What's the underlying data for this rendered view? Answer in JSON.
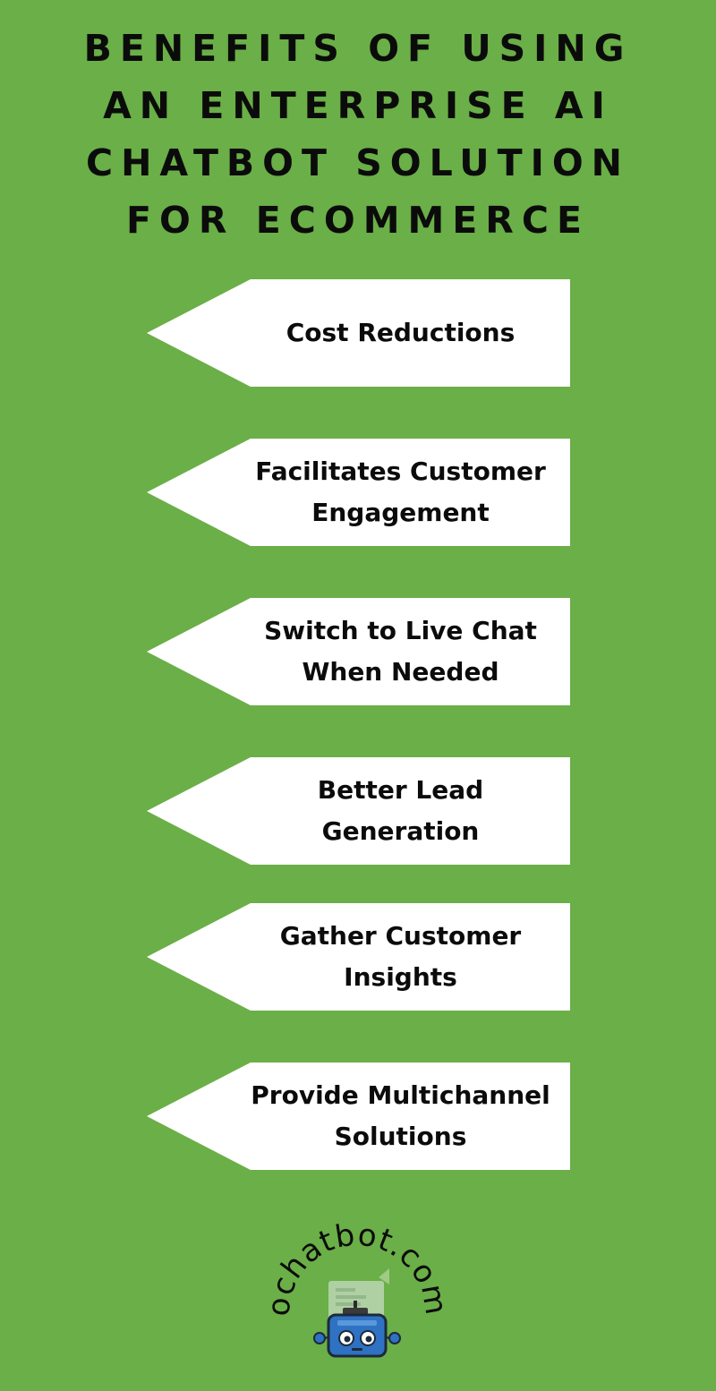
{
  "page": {
    "background_color": "#6aaf47",
    "title_lines": [
      "BENEFITS OF USING",
      "AN ENTERPRISE AI",
      "CHATBOT SOLUTION",
      "FOR ECOMMERCE"
    ]
  },
  "benefits": [
    {
      "lines": [
        "Cost Reductions"
      ]
    },
    {
      "lines": [
        "Facilitates Customer",
        "Engagement"
      ]
    },
    {
      "lines": [
        "Switch to Live Chat",
        "When Needed"
      ]
    },
    {
      "lines": [
        "Better Lead",
        "Generation"
      ]
    },
    {
      "lines": [
        "Gather Customer",
        "Insights"
      ]
    },
    {
      "lines": [
        "Provide Multichannel",
        "Solutions"
      ]
    }
  ],
  "logo": {
    "text": "ochatbot.com",
    "icon": "robot-icon",
    "robot_color": "#2f72c4"
  }
}
